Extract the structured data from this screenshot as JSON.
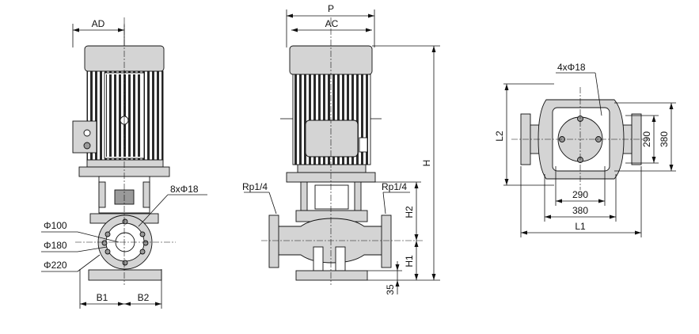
{
  "front_view": {
    "ad": "AD",
    "bolts": "8xΦ18",
    "d100": "Φ100",
    "d180": "Φ180",
    "d220": "Φ220",
    "b1": "B1",
    "b2": "B2"
  },
  "side_view": {
    "p": "P",
    "ac": "AC",
    "h": "H",
    "h2": "H2",
    "h1": "H1",
    "d35": "35",
    "rp_left": "Rp1/4",
    "rp_right": "Rp1/4"
  },
  "top_view": {
    "bolts": "4xΦ18",
    "l2": "L2",
    "d290_v": "290",
    "d380_v": "380",
    "d290_h": "290",
    "d380_h": "380",
    "l1": "L1"
  }
}
